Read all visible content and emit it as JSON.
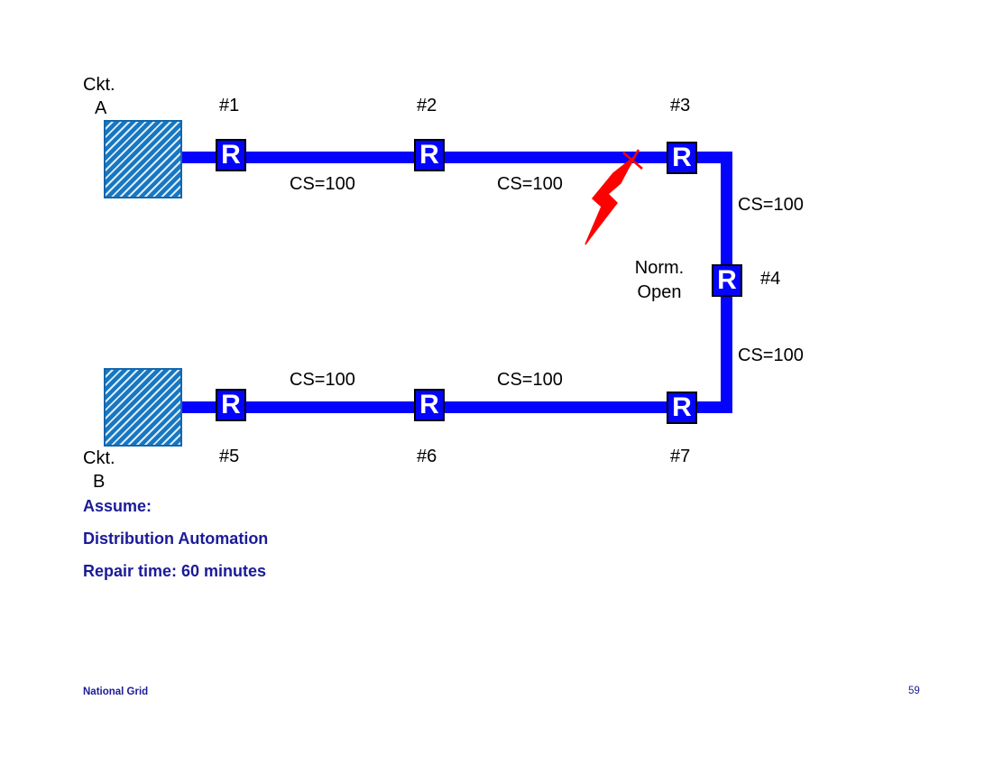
{
  "slide": {
    "footer_left": "National Grid",
    "page_number": "59"
  },
  "colors": {
    "circuit_blue": "#0404fc",
    "substation_fill": "#1877c1",
    "substation_hatch": "#ddeefb",
    "fault_red": "#ff0000",
    "heading_navy": "#1b1b99",
    "label_black": "#000000"
  },
  "diagram": {
    "source_a": {
      "line1": "Ckt.",
      "line2": "A"
    },
    "source_b": {
      "line1": "Ckt.",
      "line2": "B"
    },
    "reclosers": [
      {
        "id": "#1",
        "symbol": "R"
      },
      {
        "id": "#2",
        "symbol": "R"
      },
      {
        "id": "#3",
        "symbol": "R"
      },
      {
        "id": "#4",
        "symbol": "R"
      },
      {
        "id": "#5",
        "symbol": "R"
      },
      {
        "id": "#6",
        "symbol": "R"
      },
      {
        "id": "#7",
        "symbol": "R"
      }
    ],
    "cs_labels": [
      "CS=100",
      "CS=100",
      "CS=100",
      "CS=100",
      "CS=100",
      "CS=100"
    ],
    "normally_open": {
      "line1": "Norm.",
      "line2": "Open"
    }
  },
  "assumptions": {
    "heading": "Assume:",
    "items": [
      "Distribution Automation",
      "Repair time: 60 minutes"
    ]
  }
}
